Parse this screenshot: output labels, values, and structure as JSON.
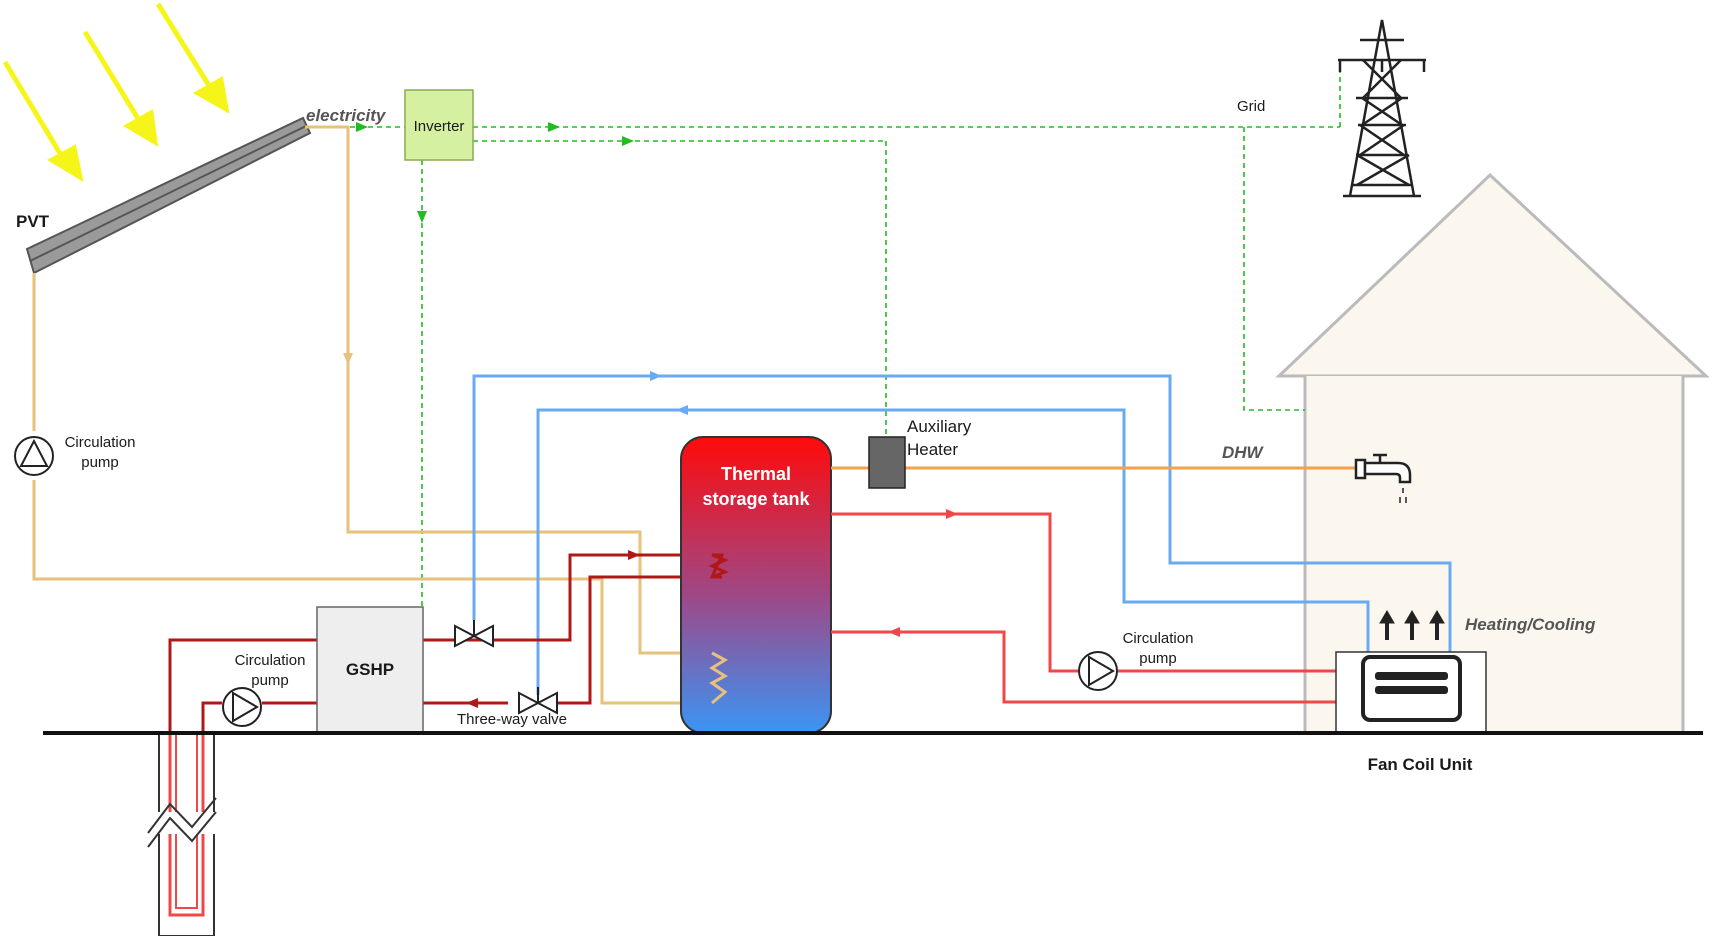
{
  "labels": {
    "pvt": "PVT",
    "electricity": "electricity",
    "inverter": "Inverter",
    "grid": "Grid",
    "circulation_pump_left_1": "Circulation",
    "circulation_pump_left_2": "pump",
    "circulation_pump_gshp_1": "Circulation",
    "circulation_pump_gshp_2": "pump",
    "gshp": "GSHP",
    "three_way_valve": "Three-way valve",
    "tank_line_1": "Thermal",
    "tank_line_2": "storage tank",
    "aux_heater_1": "Auxiliary",
    "aux_heater_2": "Heater",
    "dhw": "DHW",
    "circulation_pump_right_1": "Circulation",
    "circulation_pump_right_2": "pump",
    "heating_cooling": "Heating/Cooling",
    "fan_coil_unit": "Fan Coil Unit"
  },
  "colors": {
    "electric": "#22bb22",
    "solar_loop": "#e6c27a",
    "hot_loop": "#f04848",
    "dark_hot_loop": "#b01818",
    "cold_loop": "#6aaaf0",
    "dhw_line": "#f5a04a",
    "sun_rays": "#f5f51a",
    "inverter_fill": "#d5f0a0",
    "house_fill": "#fbf6ee",
    "ground": "#111111"
  },
  "icons": [
    "sun-ray-icon",
    "pvt-panel-icon",
    "power-tower-icon",
    "faucet-icon",
    "pump-icon",
    "three-way-valve-icon",
    "fan-coil-icon",
    "borehole-icon"
  ]
}
